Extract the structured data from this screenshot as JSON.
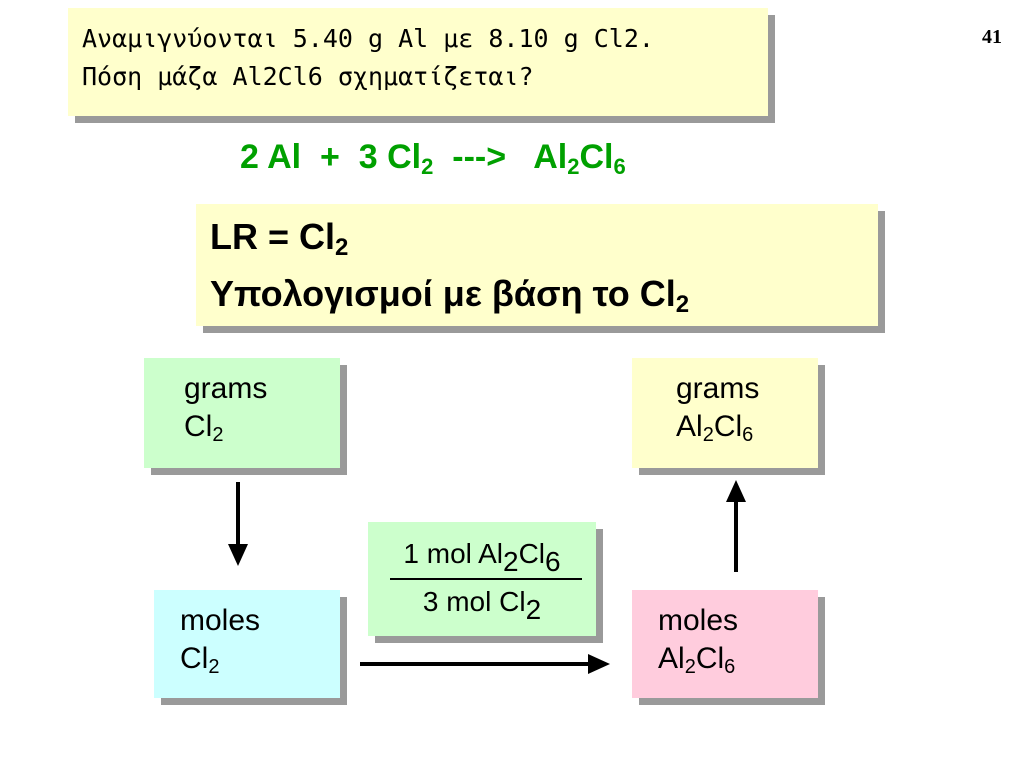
{
  "slide": {
    "number": "41",
    "problem": {
      "line1": "Αναμιγνύονται 5.40 g Al με 8.10 g Cl2.",
      "line2": "Πόση μάζα Al2Cl6 σχηματίζεται?"
    },
    "equation": {
      "coef_al": "2 Al",
      "plus": "+",
      "coef_cl": "3 Cl",
      "cl_sub": "2",
      "arrow": "--->",
      "product_al": "Al",
      "product_al_sub": "2",
      "product_cl": "Cl",
      "product_cl_sub": "6"
    },
    "limiting_reagent": {
      "line1_text": "LR = Cl",
      "line1_sub": "2",
      "line2_text": "Υπολογισμοί με βάση το  Cl",
      "line2_sub": "2"
    },
    "boxes": {
      "grams_cl2": {
        "top": "grams",
        "species": "Cl",
        "sub": "2"
      },
      "grams_al2cl6": {
        "top": "grams",
        "species_a": "Al",
        "sub_a": "2",
        "species_b": "Cl",
        "sub_b": "6"
      },
      "moles_cl2": {
        "top": "moles",
        "species": "Cl",
        "sub": "2"
      },
      "moles_al2cl6": {
        "top": "moles",
        "species_a": "Al",
        "sub_a": "2",
        "species_b": "Cl",
        "sub_b": "6"
      }
    },
    "factor": {
      "num_a": "1 mol Al",
      "num_sub_a": "2",
      "num_b": "Cl",
      "num_sub_b": "6",
      "den": "3 mol Cl",
      "den_sub": "2"
    },
    "colors": {
      "equation_green": "#00a000",
      "yellow_box": "#ffffcc",
      "green_box": "#ccffcc",
      "cyan_box": "#ccffff",
      "pink_box": "#ffccdd"
    }
  }
}
